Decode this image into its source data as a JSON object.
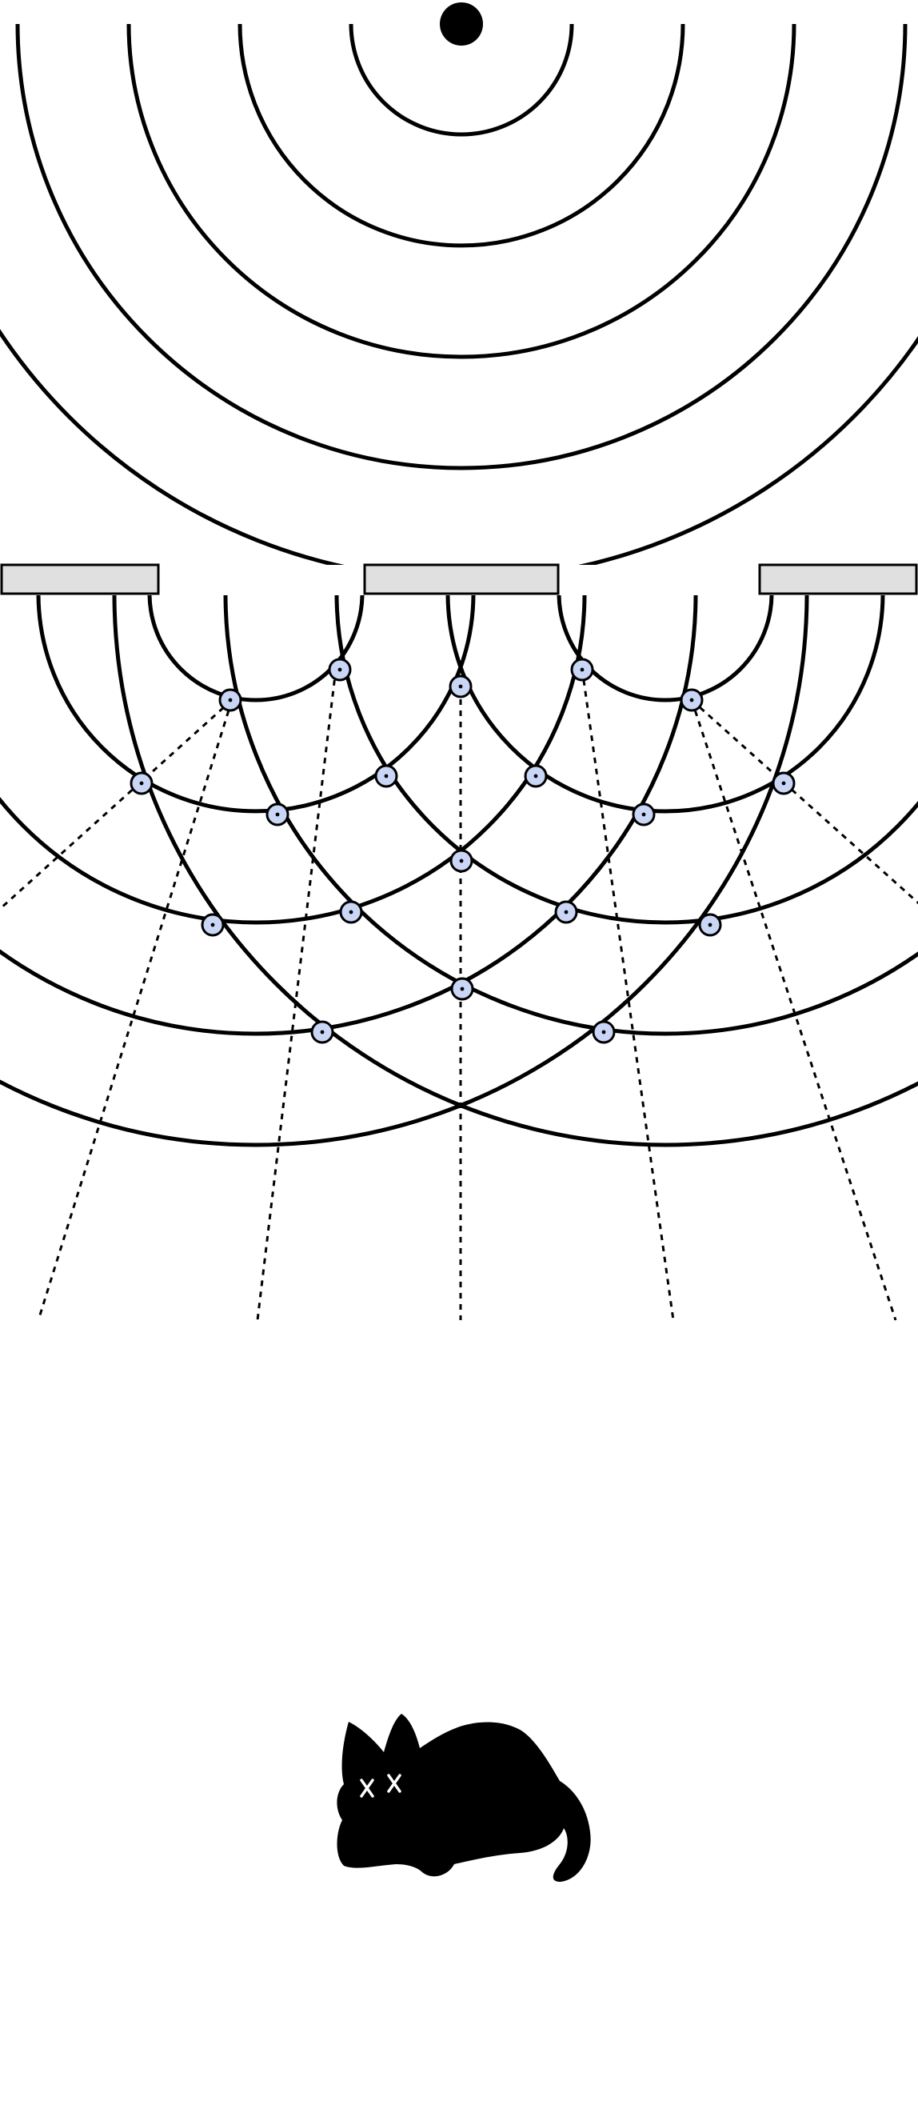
{
  "diagram": {
    "kind": "double-slit interference",
    "colors": {
      "background": "#ffffff",
      "line": "#000000",
      "barrier_fill": "#e0e0e0",
      "node_fill": "#cad6f5",
      "cat": "#000000",
      "cat_eyes": "#ffffff"
    },
    "source": {
      "icon": "point-source-dot"
    },
    "incident_wavefronts": 5,
    "slit_count": 2,
    "slit_wavefronts_each": 5,
    "interference_rays": 7,
    "nodes": 19
  },
  "cat": {
    "icon": "sleeping-cat-icon",
    "eyes": "x-x"
  }
}
